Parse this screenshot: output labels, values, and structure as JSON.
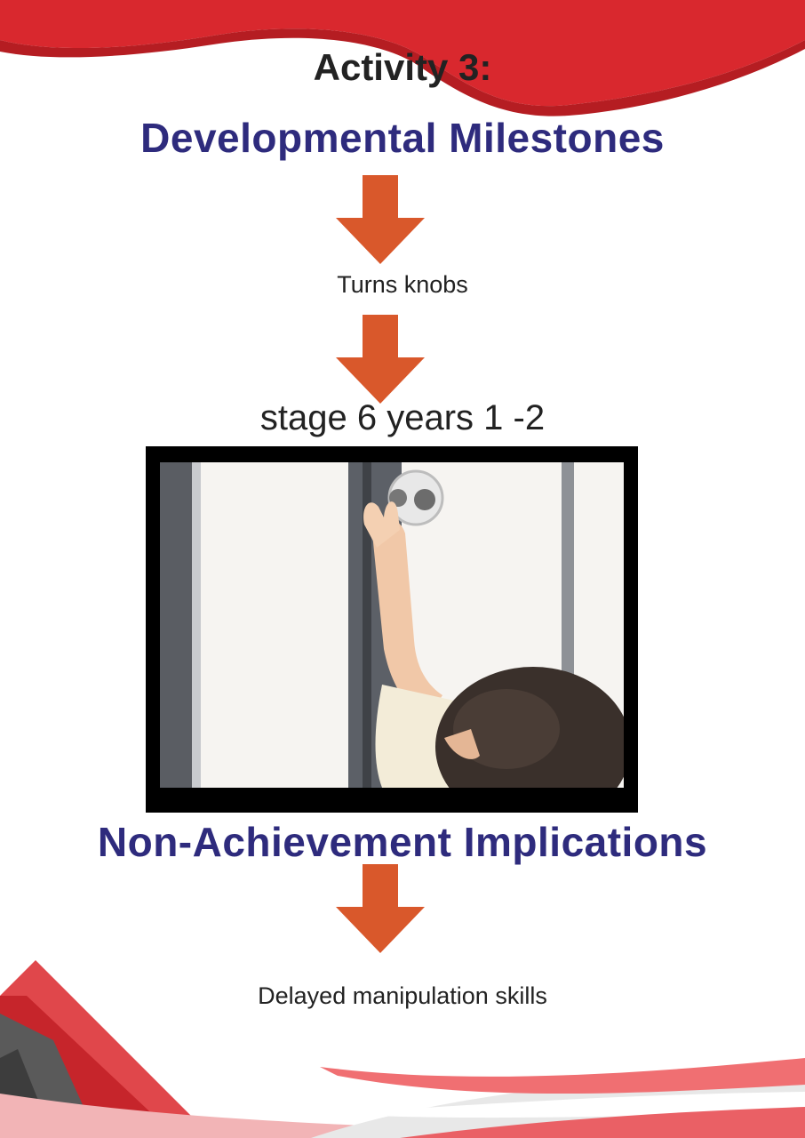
{
  "activity_label": "Activity 3:",
  "heading_milestones": "Developmental Milestones",
  "milestone_caption": "Turns knobs",
  "stage_label": "stage 6 years 1 -2",
  "photo_icon": "child-reaching-door-knob",
  "heading_implications": "Non-Achievement Implications",
  "implication_caption": "Delayed manipulation skills",
  "colors": {
    "heading": "#2e2b7d",
    "arrow": "#d9582b",
    "ribbon_red": "#d9282e",
    "text": "#222222"
  }
}
